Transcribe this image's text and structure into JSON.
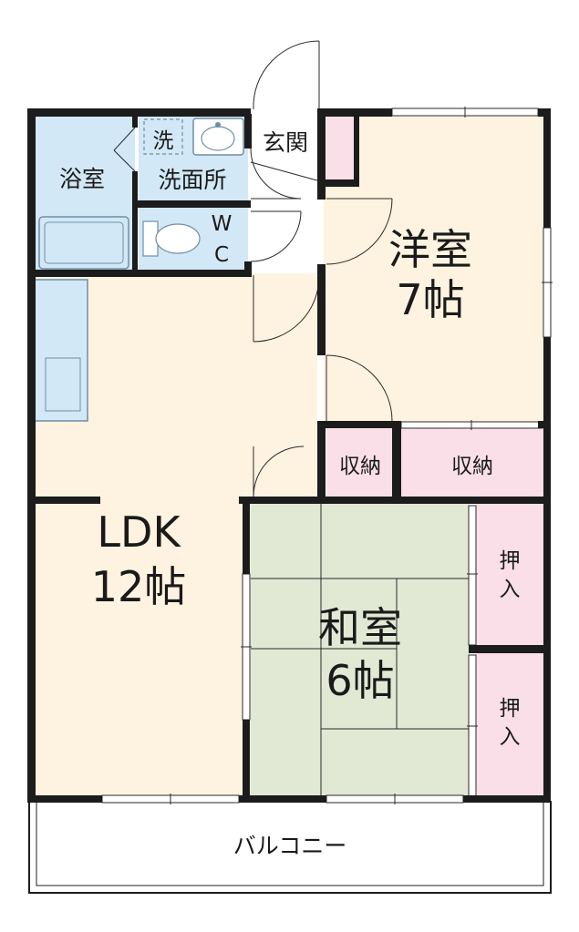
{
  "colors": {
    "wall": "#1c1c1c",
    "living_floor": "#fdf3e0",
    "wet_area": "#d2e8f6",
    "tatami": "#e1e8d4",
    "storage": "#fadfe8",
    "balcony": "#ffffff",
    "fixture_line": "#8aa4b8"
  },
  "rooms": {
    "bath": {
      "label": "浴室"
    },
    "washroom": {
      "label": "洗面所",
      "washer_label": "洗"
    },
    "wc": {
      "label_top": "W",
      "label_bottom": "C"
    },
    "entrance": {
      "label": "玄関"
    },
    "western": {
      "label": "洋室",
      "size": "7帖"
    },
    "closet_left": {
      "label": "収納"
    },
    "closet_right": {
      "label": "収納"
    },
    "ldk": {
      "label": "LDK",
      "size": "12帖"
    },
    "japanese": {
      "label": "和室",
      "size": "6帖"
    },
    "oshiire_top": {
      "char1": "押",
      "char2": "入"
    },
    "oshiire_bottom": {
      "char1": "押",
      "char2": "入"
    },
    "balcony": {
      "label": "バルコニー"
    }
  }
}
